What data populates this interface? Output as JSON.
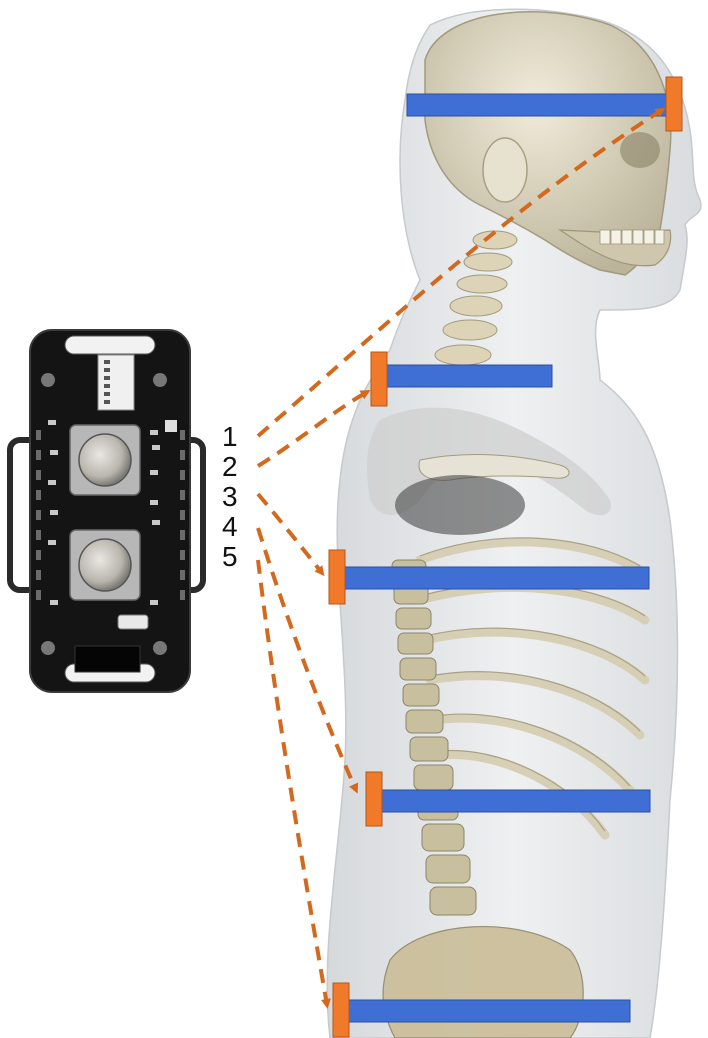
{
  "diagram": {
    "sensor_numbers": [
      "1",
      "2",
      "3",
      "4",
      "5"
    ],
    "colors": {
      "arrow": "#d2691e",
      "sensor_tab": "#f07a2a",
      "strap": "#3f6fd4",
      "board": "#1a1a1a",
      "body_silhouette": "#e8e9ea",
      "skeleton": "#d9d2bd"
    },
    "parts": {
      "circuit_board": "sensor-board-icon",
      "anatomy": "human-torso-skeleton-icon"
    }
  }
}
